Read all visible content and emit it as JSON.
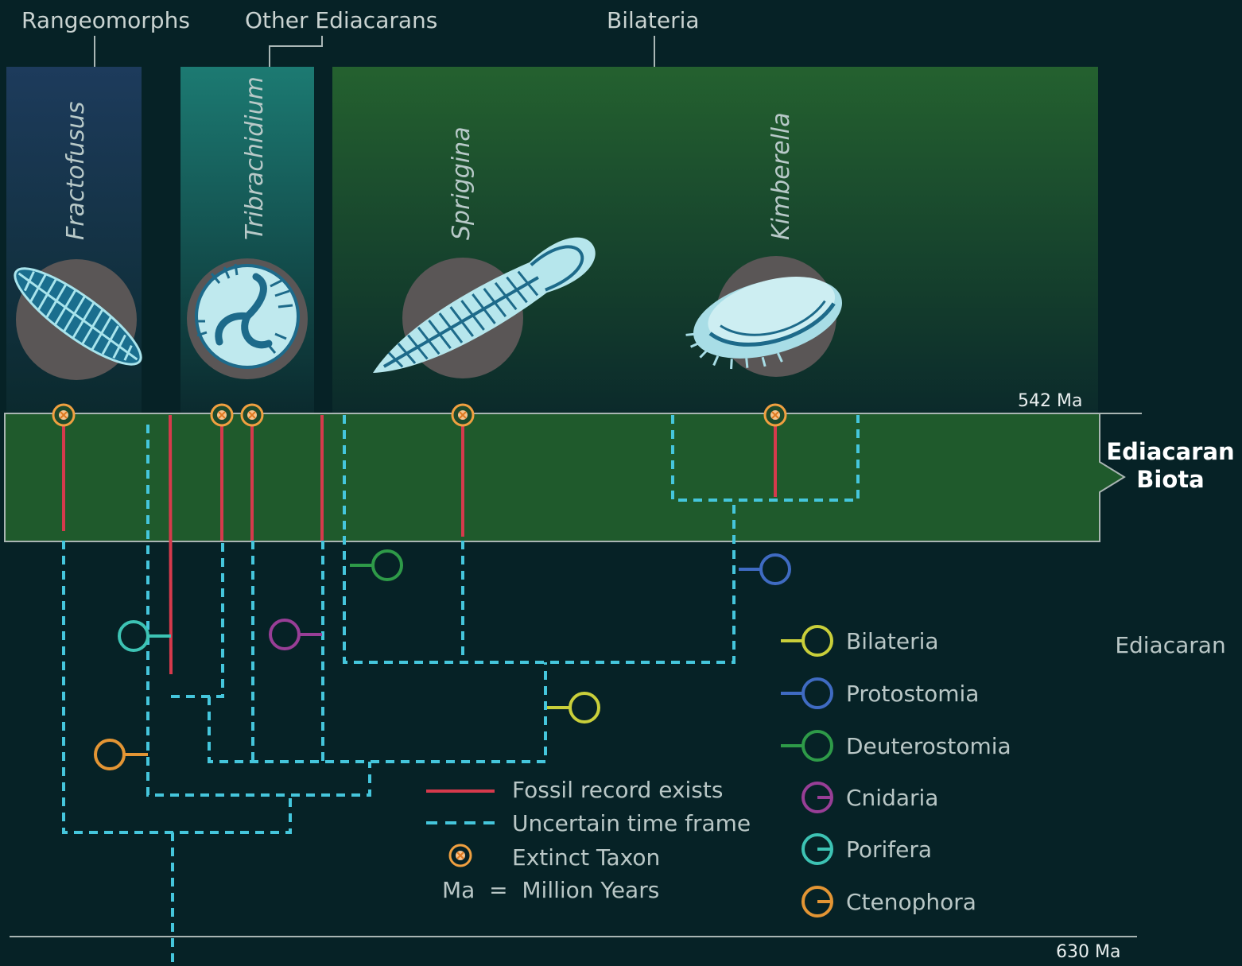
{
  "groups": {
    "rangeomorphs": "Rangeomorphs",
    "other_ediacarans": "Other Ediacarans",
    "bilateria": "Bilateria"
  },
  "taxa": {
    "fractofusus": "Fractofusus",
    "tribrachidium": "Tribrachidium",
    "spriggina": "Spriggina",
    "kimberella": "Kimberella"
  },
  "timeline": {
    "top_label": "542 Ma",
    "bottom_label": "630 Ma",
    "biota_line1": "Ediacaran",
    "biota_line2": "Biota",
    "period_label": "Ediacaran"
  },
  "legend_lines": {
    "fossil": "Fossil record exists",
    "uncertain": "Uncertain time frame",
    "extinct": "Extinct Taxon",
    "ma": "Ma  =  Million Years"
  },
  "clade_legend": [
    {
      "label": "Bilateria",
      "color": "#c9cf3a"
    },
    {
      "label": "Protostomia",
      "color": "#3f6bc2"
    },
    {
      "label": "Deuterostomia",
      "color": "#2e9a48"
    },
    {
      "label": "Cnidaria",
      "color": "#983e96"
    },
    {
      "label": "Porifera",
      "color": "#3dc3b4"
    },
    {
      "label": "Ctenophora",
      "color": "#e39534"
    }
  ],
  "colors": {
    "background": "#062226",
    "biota_band": "#1f5a2c",
    "fossil_line": "#d63a4c",
    "uncertain_line": "#45c6dc",
    "extinct_marker": "#f0a040"
  }
}
